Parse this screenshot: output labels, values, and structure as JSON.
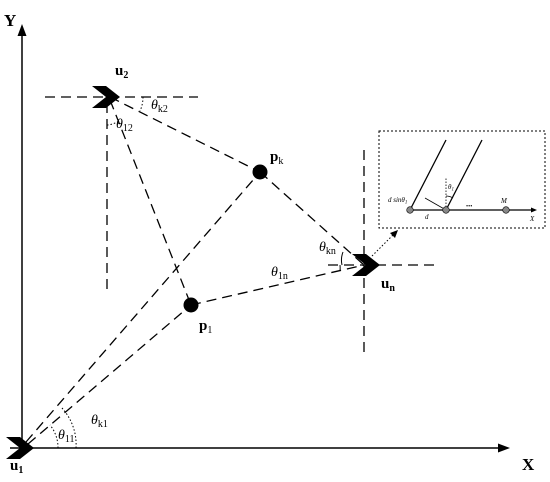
{
  "axes": {
    "x_label": "X",
    "y_label": "Y"
  },
  "nodes": {
    "u1": {
      "base": "u",
      "sub": "1"
    },
    "u2": {
      "base": "u",
      "sub": "2"
    },
    "un": {
      "base": "u",
      "sub": "n"
    },
    "p1": {
      "base": "p",
      "sub": "1"
    },
    "pk": {
      "base": "p",
      "sub": "k"
    }
  },
  "angles": {
    "theta_11": {
      "base": "θ",
      "sub": "11"
    },
    "theta_k1": {
      "base": "θ",
      "sub": "k1"
    },
    "theta_12": {
      "base": "θ",
      "sub": "12"
    },
    "theta_k2": {
      "base": "θ",
      "sub": "k2"
    },
    "theta_kn": {
      "base": "θ",
      "sub": "kn"
    },
    "theta_1n": {
      "base": "θ",
      "sub": "1n"
    }
  },
  "inset": {
    "d_sin_label": "d sinθ",
    "d_sin_sub": "1",
    "theta_label": "θ",
    "theta_sub": "1",
    "d_label": "d",
    "dots_label": "•••",
    "m_label": "M",
    "x_label": "X"
  },
  "colors": {
    "stroke": "#000000",
    "element": "#888888",
    "background": "#ffffff"
  }
}
